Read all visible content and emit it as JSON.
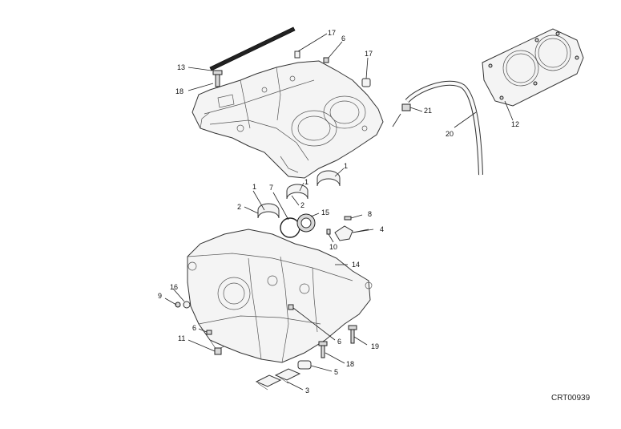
{
  "diagram": {
    "code": "CRT00939",
    "callouts": {
      "c13": "13",
      "c18a": "18",
      "c17a": "17",
      "c6a": "6",
      "c17b": "17",
      "c21": "21",
      "c20": "20",
      "c12": "12",
      "c1a": "1",
      "c1b": "1",
      "c1c": "1",
      "c2a": "2",
      "c2b": "2",
      "c7": "7",
      "c15": "15",
      "c8": "8",
      "c4": "4",
      "c10": "10",
      "c14": "14",
      "c16": "16",
      "c9": "9",
      "c6b": "6",
      "c11": "11",
      "c6c": "6",
      "c19": "19",
      "c18b": "18",
      "c5": "5",
      "c3": "3"
    }
  }
}
